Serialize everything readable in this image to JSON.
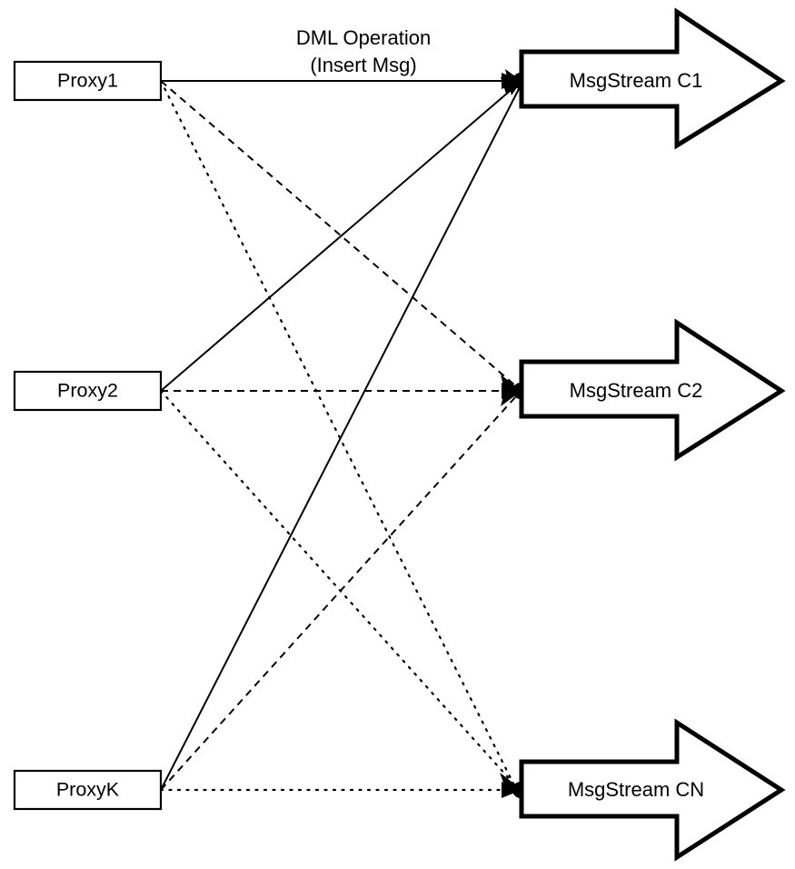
{
  "diagram": {
    "title_caption": {
      "line1": "DML Operation",
      "line2": "(Insert Msg)"
    },
    "proxies": [
      {
        "id": "proxy1",
        "label": "Proxy1"
      },
      {
        "id": "proxy2",
        "label": "Proxy2"
      },
      {
        "id": "proxyk",
        "label": "ProxyK"
      }
    ],
    "msgstreams": [
      {
        "id": "c1",
        "label": "MsgStream C1"
      },
      {
        "id": "c2",
        "label": "MsgStream C2"
      },
      {
        "id": "cn",
        "label": "MsgStream CN"
      }
    ],
    "edges": [
      {
        "from": "Proxy1",
        "to": "MsgStream C1",
        "style": "solid"
      },
      {
        "from": "Proxy1",
        "to": "MsgStream C2",
        "style": "dashed"
      },
      {
        "from": "Proxy1",
        "to": "MsgStream CN",
        "style": "dotted"
      },
      {
        "from": "Proxy2",
        "to": "MsgStream C1",
        "style": "solid"
      },
      {
        "from": "Proxy2",
        "to": "MsgStream C2",
        "style": "dashed"
      },
      {
        "from": "Proxy2",
        "to": "MsgStream CN",
        "style": "dotted"
      },
      {
        "from": "ProxyK",
        "to": "MsgStream C1",
        "style": "solid"
      },
      {
        "from": "ProxyK",
        "to": "MsgStream C2",
        "style": "dashed"
      },
      {
        "from": "ProxyK",
        "to": "MsgStream CN",
        "style": "dotted"
      }
    ],
    "colors": {
      "background": "#ffffff",
      "stroke": "#000000",
      "node_fill": "#ffffff"
    }
  }
}
